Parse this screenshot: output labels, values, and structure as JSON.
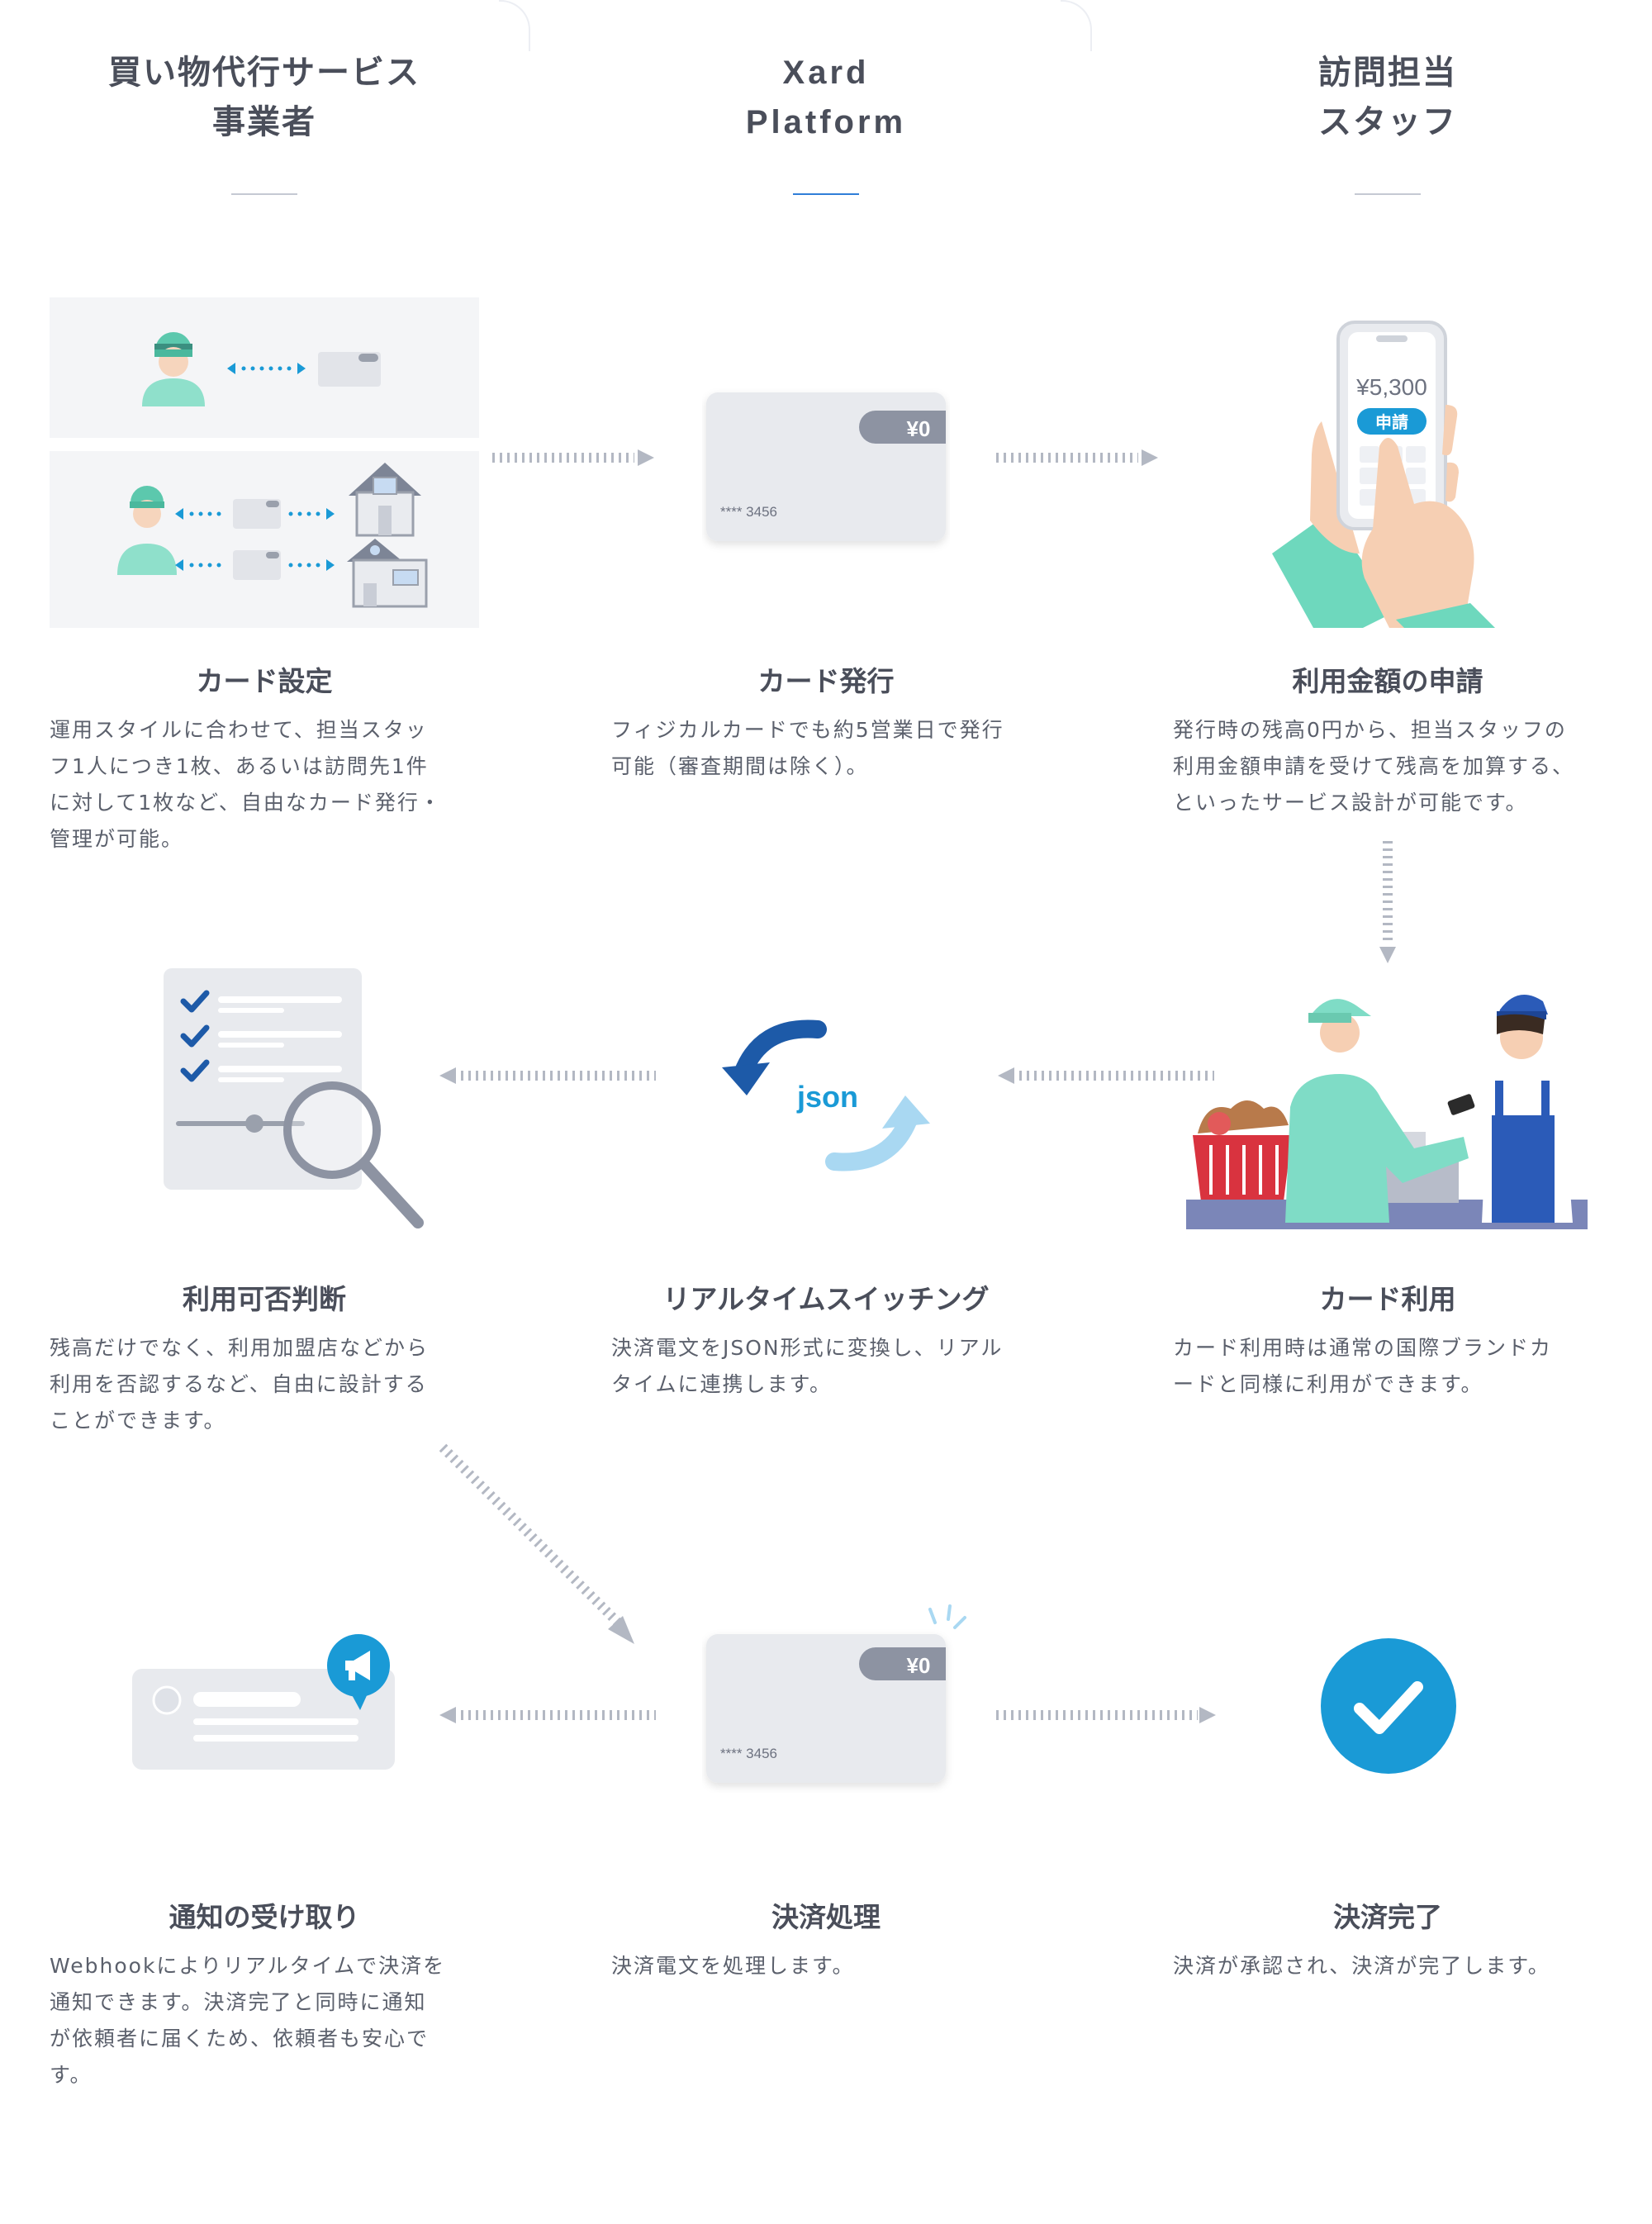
{
  "columns": [
    {
      "lines": [
        "買い物代行サービス",
        "事業者"
      ]
    },
    {
      "lines": [
        "Xard",
        "Platform"
      ]
    },
    {
      "lines": [
        "訪問担当",
        "スタッフ"
      ]
    }
  ],
  "steps": [
    {
      "title": "カード設定",
      "desc": [
        "運用スタイルに合わせて、担当スタッ",
        "フ1人につき1枚、あるいは訪問先1件",
        "に対して1枚など、自由なカード発行・",
        "管理が可能。"
      ]
    },
    {
      "title": "カード発行",
      "desc": [
        "フィジカルカードでも約5営業日で発行",
        "可能（審査期間は除く）。"
      ]
    },
    {
      "title": "利用金額の申請",
      "desc": [
        "発行時の残高0円から、担当スタッフの",
        "利用金額申請を受けて残高を加算する、",
        "といったサービス設計が可能です。"
      ]
    },
    {
      "title": "カード利用",
      "desc": [
        "カード利用時は通常の国際ブランドカ",
        "ードと同様に利用ができます。"
      ]
    },
    {
      "title": "リアルタイムスイッチング",
      "desc": [
        "決済電文をJSON形式に変換し、リアル",
        "タイムに連携します。"
      ]
    },
    {
      "title": "利用可否判断",
      "desc": [
        "残高だけでなく、利用加盟店などから",
        "利用を否認するなど、自由に設計する",
        "ことができます。"
      ]
    },
    {
      "title": "決済処理",
      "desc": [
        "決済電文を処理します。"
      ]
    },
    {
      "title": "通知の受け取り",
      "desc": [
        "Webhookによりリアルタイムで決済を",
        "通知できます。決済完了と同時に通知",
        "が依頼者に届くため、依頼者も安心で",
        "す。"
      ]
    },
    {
      "title": "決済完了",
      "desc": [
        "決済が承認され、決済が完了します。"
      ]
    }
  ],
  "card": {
    "balance": "¥0",
    "number": "**** 3456",
    "small_balance": "¥0"
  },
  "phone": {
    "amount": "¥5,300",
    "button": "申請"
  },
  "json_label": "json",
  "colors": {
    "accent": "#1a9ad6",
    "navy": "#1d5aa8",
    "mint": "#7fdcc6",
    "gray_card": "#e8eaee",
    "arrow": "#b3b8c3",
    "check": "#1a9ad6"
  }
}
